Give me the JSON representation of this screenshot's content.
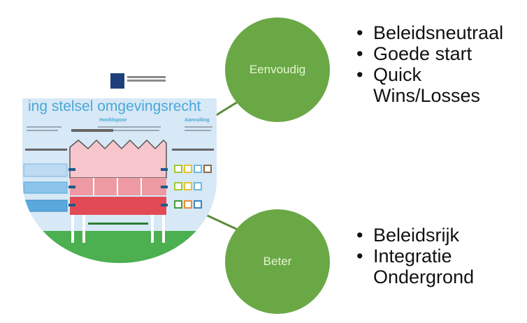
{
  "infographic": {
    "title": "ing stelsel omgevingsrecht",
    "section_main": "Hoofdspoor",
    "section_right": "Aanvulling",
    "colors": {
      "sky": "#d7e8f6",
      "roof_pink": "#f6c6cc",
      "mid_pink": "#ee9aa2",
      "base_red": "#e24b55",
      "ground_green": "#4caf50",
      "title_blue": "#4aa8d8",
      "train_blue": "#5aa9dd"
    }
  },
  "nodes": [
    {
      "label": "Eenvoudig",
      "bullets": [
        "Beleidsneutraal",
        "Goede start",
        "Quick Wins/Losses"
      ]
    },
    {
      "label": "Beter",
      "bullets": [
        "Beleidsrijk",
        "Integratie Ondergrond"
      ]
    }
  ],
  "colors": {
    "node_fill": "#6aa846",
    "node_text": "#e4f6cf",
    "connector": "#5b8c3a",
    "bullet_text": "#111111"
  }
}
